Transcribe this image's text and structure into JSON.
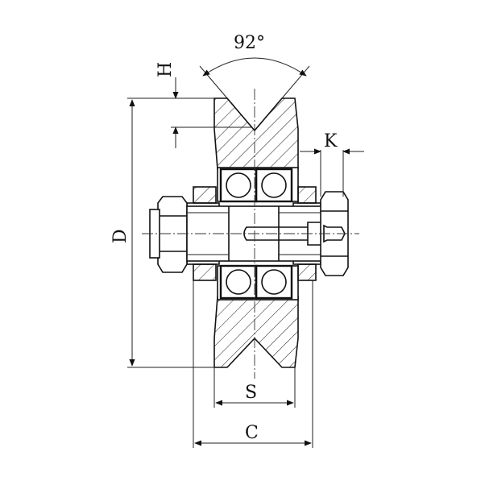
{
  "drawing": {
    "labels": {
      "angle": "92°",
      "H": "H",
      "K": "K",
      "D": "D",
      "S": "S",
      "C": "C"
    },
    "line_color": "#111111"
  }
}
